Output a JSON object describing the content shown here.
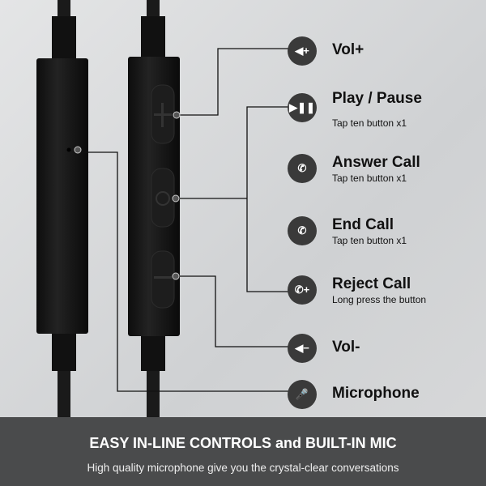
{
  "controls": [
    {
      "icon": "volume-up-icon",
      "title": "Vol+",
      "sub": ""
    },
    {
      "icon": "play-pause-icon",
      "title": "Play / Pause",
      "sub": "Tap ten button x1"
    },
    {
      "icon": "answer-call-icon",
      "title": "Answer Call",
      "sub": "Tap ten button x1"
    },
    {
      "icon": "end-call-icon",
      "title": "End Call",
      "sub": "Tap ten button x1"
    },
    {
      "icon": "reject-call-icon",
      "title": "Reject Call",
      "sub": "Long press the button"
    },
    {
      "icon": "volume-down-icon",
      "title": "Vol-",
      "sub": ""
    },
    {
      "icon": "microphone-icon",
      "title": "Microphone",
      "sub": ""
    }
  ],
  "banner": {
    "title": "EASY IN-LINE CONTROLS and BUILT-IN MIC",
    "subtitle": "High quality microphone give you the crystal-clear conversations"
  },
  "colors": {
    "icon_bg": "#3a3a3a",
    "banner_bg": "#4a4b4c"
  }
}
